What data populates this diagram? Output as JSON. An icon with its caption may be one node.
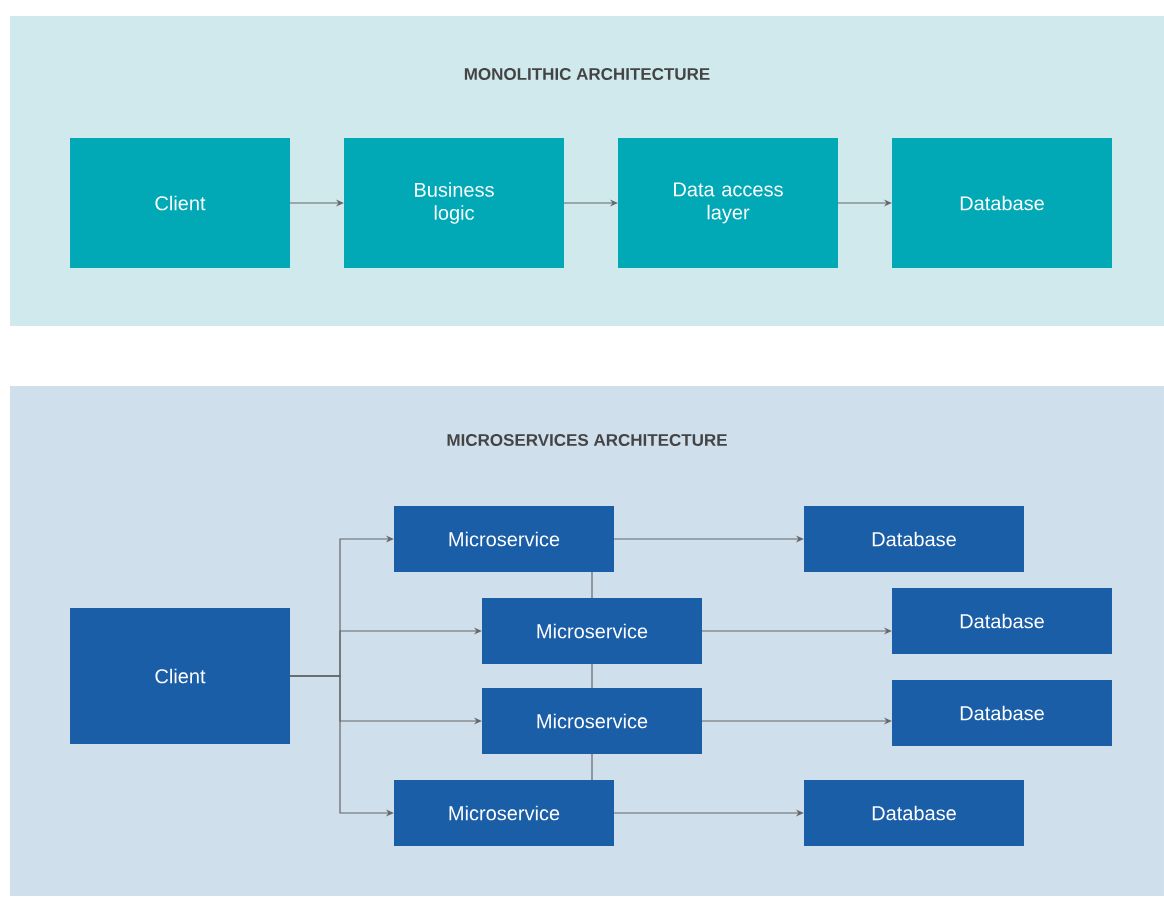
{
  "diagram": {
    "nodes": [
      {
        "text": [
          "MONOLITHIC ARCHITECTURE"
        ]
      },
      {
        "text": [
          "Client"
        ],
        "in": 0
      },
      {
        "text": [
          "Business logic"
        ],
        "in": 0
      },
      {
        "text": [
          "Data access layer"
        ],
        "in": 0
      },
      {
        "text": [
          "Database"
        ],
        "in": 0
      },
      {
        "text": [
          "MICROSERVICES ARCHITECTURE"
        ]
      },
      {
        "text": [
          "Client"
        ],
        "in": 5
      },
      {
        "text": [
          "Microservice"
        ],
        "in": 5
      },
      {
        "text": [
          "Microservice"
        ],
        "in": 5
      },
      {
        "text": [
          "Microservice"
        ],
        "in": 5
      },
      {
        "text": [
          "Microservice"
        ],
        "in": 5
      },
      {
        "text": [
          "Database"
        ],
        "in": 5
      },
      {
        "text": [
          "Database"
        ],
        "in": 5
      },
      {
        "text": [
          "Database"
        ],
        "in": 5
      },
      {
        "text": [
          "Database"
        ],
        "in": 5
      }
    ],
    "edges": [
      {
        "from": 1,
        "to": 2,
        "arrow": "to"
      },
      {
        "from": 2,
        "to": 3,
        "arrow": "to"
      },
      {
        "from": 3,
        "to": 4,
        "arrow": "to"
      },
      {
        "from": 6,
        "to": 7,
        "arrow": "to"
      },
      {
        "from": 6,
        "to": 8,
        "arrow": "to"
      },
      {
        "from": 6,
        "to": 9,
        "arrow": "to"
      },
      {
        "from": 6,
        "to": 10,
        "arrow": "to"
      },
      {
        "from": 7,
        "to": 11,
        "arrow": "to"
      },
      {
        "from": 8,
        "to": 12,
        "arrow": "to"
      },
      {
        "from": 9,
        "to": 13,
        "arrow": "to"
      },
      {
        "from": 10,
        "to": 14,
        "arrow": "to"
      },
      {
        "from": 7,
        "to": 8,
        "arrow": "none"
      },
      {
        "from": 8,
        "to": 9,
        "arrow": "none"
      },
      {
        "from": 9,
        "to": 10,
        "arrow": "none"
      }
    ]
  }
}
